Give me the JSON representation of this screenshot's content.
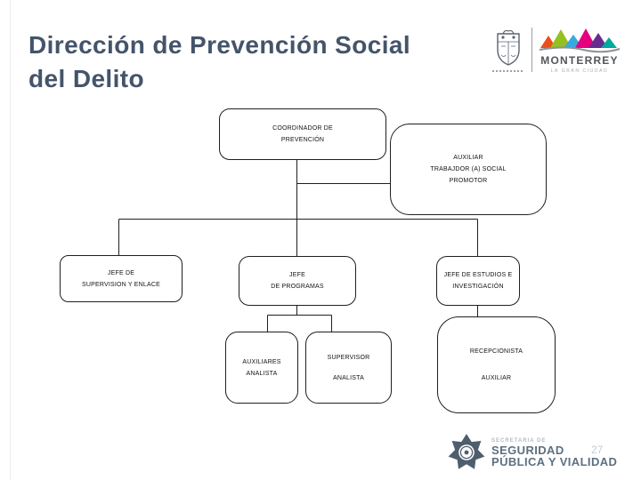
{
  "title": {
    "line1": "Dirección de Prevención Social",
    "line2": "del Delito"
  },
  "header_logo": {
    "city": "MONTERREY",
    "tagline": "LA GRAN CIUDAD"
  },
  "footer_logo": {
    "secretaria": "SECRETARIA DE",
    "line1": "SEGURIDAD",
    "line2": "PÚBLICA Y VIALIDAD"
  },
  "slide_number": "27",
  "org_chart": {
    "coordinador": {
      "line1": "COORDINADOR DE",
      "line2": "PREVENCIÓN"
    },
    "auxiliar_trabajador": {
      "line1": "AUXILIAR",
      "line2": "TRABAJDOR (A) SOCIAL",
      "line3": "PROMOTOR"
    },
    "jefe_supervision": {
      "line1": "JEFE DE",
      "line2": "SUPERVISION Y ENLACE"
    },
    "jefe_programas": {
      "line1": "JEFE",
      "line2": "DE PROGRAMAS"
    },
    "jefe_estudios": {
      "line1": "JEFE DE ESTUDIOS E",
      "line2": "INVESTIGACIÓN"
    },
    "auxiliares_analista": {
      "line1": "AUXILIARES",
      "line2": "ANALISTA"
    },
    "supervisor_analista": {
      "line1": "SUPERVISOR",
      "line2": "ANALISTA"
    },
    "recepcionista": {
      "line1": "RECEPCIONISTA",
      "line2": "AUXILIAR"
    }
  },
  "colors": {
    "title": "#44546A",
    "connector": "#1f1f1f",
    "box_border": "#1f1f1f",
    "footer_text": "#5d7081"
  }
}
